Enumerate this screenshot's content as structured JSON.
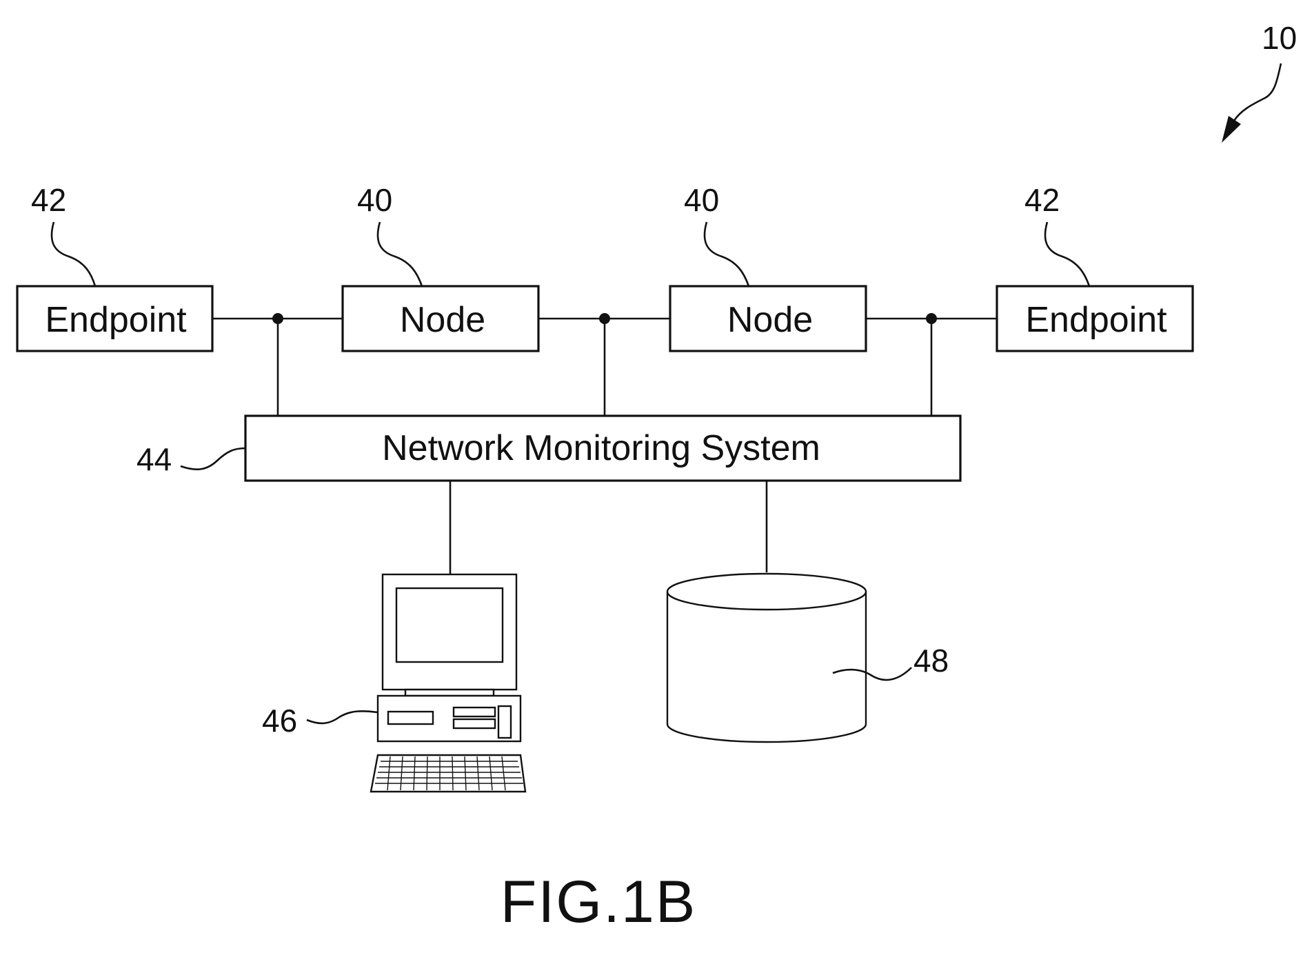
{
  "diagram": {
    "blocks": {
      "endpoint_left": "Endpoint",
      "node_left": "Node",
      "node_right": "Node",
      "endpoint_right": "Endpoint",
      "monitor": "Network Monitoring System"
    },
    "refs": {
      "system": "10",
      "endpoint_left": "42",
      "node_left": "40",
      "node_right": "40",
      "endpoint_right": "42",
      "monitor": "44",
      "computer": "46",
      "database": "48"
    },
    "figure_caption": "FIG.1B"
  }
}
